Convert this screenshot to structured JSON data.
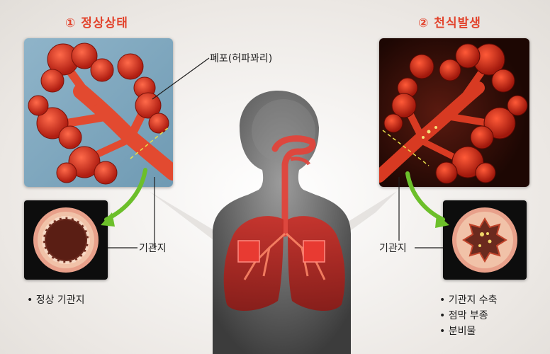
{
  "normal": {
    "title": "① 정상상태",
    "bullets": [
      "• 정상 기관지"
    ]
  },
  "asthma": {
    "title": "② 천식발생",
    "bullets": [
      "• 기관지 수축",
      "• 점막 부종",
      "• 분비물"
    ]
  },
  "labels": {
    "lung_alveoli": "폐포(허파꽈리)",
    "bronchus_left": "기관지",
    "bronchus_right": "기관지"
  },
  "colors": {
    "title_red": "#e2432c",
    "alveoli_red": "#d8321f",
    "arrow_green": "#6cbf2a",
    "normal_bg": "#7ea6bd",
    "asthma_bg": "#2a0b05"
  }
}
